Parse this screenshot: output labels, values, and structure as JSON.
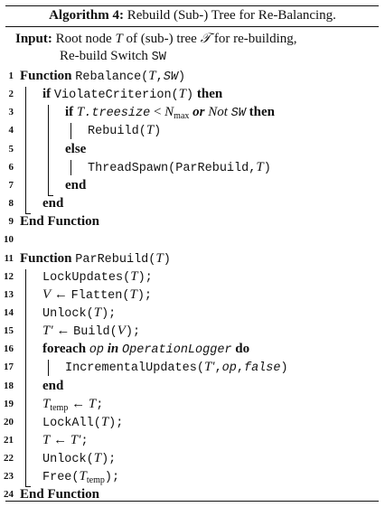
{
  "caption": {
    "label": "Algorithm 4:",
    "title": "Rebuild (Sub-) Tree for Re-Balancing."
  },
  "input": {
    "label": "Input:",
    "part1": "Root node",
    "T": "T",
    "part2": "of (sub-) tree",
    "calT": "𝒯",
    "part3": "for re-building,",
    "line2": "Re-build Switch",
    "sw": "SW"
  },
  "lines": [
    {
      "n": "1",
      "segs": [
        [
          "kw",
          "Function"
        ],
        [
          "sp",
          " "
        ],
        [
          "tt",
          "Rebalance("
        ],
        [
          "m",
          "T"
        ],
        [
          "tt",
          ","
        ],
        [
          "tti",
          "SW"
        ],
        [
          "tt",
          ")"
        ]
      ]
    },
    {
      "n": "2",
      "segs": [
        [
          "kw",
          "if"
        ],
        [
          "sp",
          " "
        ],
        [
          "tt",
          "ViolateCriterion("
        ],
        [
          "m",
          "T"
        ],
        [
          "tt",
          ")"
        ],
        [
          "sp",
          " "
        ],
        [
          "kw",
          "then"
        ]
      ]
    },
    {
      "n": "3",
      "segs": [
        [
          "kw",
          "if"
        ],
        [
          "sp",
          " "
        ],
        [
          "m",
          "T"
        ],
        [
          "tti",
          ".treesize"
        ],
        [
          "sp",
          " < "
        ],
        [
          "m",
          "N"
        ],
        [
          "sub",
          "max"
        ],
        [
          "sp",
          " "
        ],
        [
          "bi",
          "or"
        ],
        [
          "sp",
          " "
        ],
        [
          "m",
          "Not"
        ],
        [
          "sp",
          " "
        ],
        [
          "tti",
          "SW"
        ],
        [
          "sp",
          " "
        ],
        [
          "kw",
          "then"
        ]
      ]
    },
    {
      "n": "4",
      "segs": [
        [
          "tt",
          "Rebuild("
        ],
        [
          "m",
          "T"
        ],
        [
          "tt",
          ")"
        ]
      ]
    },
    {
      "n": "5",
      "segs": [
        [
          "kw",
          "else"
        ]
      ]
    },
    {
      "n": "6",
      "segs": [
        [
          "tt",
          "ThreadSpawn(ParRebuild,"
        ],
        [
          "m",
          "T"
        ],
        [
          "tt",
          ")"
        ]
      ]
    },
    {
      "n": "7",
      "segs": [
        [
          "kw",
          "end"
        ]
      ]
    },
    {
      "n": "8",
      "segs": [
        [
          "kw",
          "end"
        ]
      ]
    },
    {
      "n": "9",
      "segs": [
        [
          "kw",
          "End Function"
        ]
      ]
    },
    {
      "n": "10",
      "segs": []
    },
    {
      "n": "11",
      "segs": [
        [
          "kw",
          "Function"
        ],
        [
          "sp",
          " "
        ],
        [
          "tt",
          "ParRebuild("
        ],
        [
          "m",
          "T"
        ],
        [
          "tt",
          ")"
        ]
      ]
    },
    {
      "n": "12",
      "segs": [
        [
          "tt",
          "LockUpdates("
        ],
        [
          "m",
          "T"
        ],
        [
          "tt",
          ");"
        ]
      ]
    },
    {
      "n": "13",
      "segs": [
        [
          "m",
          "V"
        ],
        [
          "sp",
          " ← "
        ],
        [
          "tt",
          "Flatten("
        ],
        [
          "m",
          "T"
        ],
        [
          "tt",
          ");"
        ]
      ]
    },
    {
      "n": "14",
      "segs": [
        [
          "tt",
          "Unlock("
        ],
        [
          "m",
          "T"
        ],
        [
          "tt",
          ");"
        ]
      ]
    },
    {
      "n": "15",
      "segs": [
        [
          "m",
          "T′"
        ],
        [
          "sp",
          " ← "
        ],
        [
          "tt",
          "Build("
        ],
        [
          "m",
          "V"
        ],
        [
          "tt",
          ");"
        ]
      ]
    },
    {
      "n": "16",
      "segs": [
        [
          "kw",
          "foreach"
        ],
        [
          "sp",
          " "
        ],
        [
          "tti",
          "op"
        ],
        [
          "sp",
          " "
        ],
        [
          "bi",
          "in"
        ],
        [
          "sp",
          " "
        ],
        [
          "tti",
          "OperationLogger"
        ],
        [
          "sp",
          " "
        ],
        [
          "kw",
          "do"
        ]
      ]
    },
    {
      "n": "17",
      "segs": [
        [
          "tt",
          "IncrementalUpdates("
        ],
        [
          "m",
          "T′"
        ],
        [
          "tt",
          ","
        ],
        [
          "tti",
          "op"
        ],
        [
          "tt",
          ","
        ],
        [
          "tti",
          "false"
        ],
        [
          "tt",
          ")"
        ]
      ]
    },
    {
      "n": "18",
      "segs": [
        [
          "kw",
          "end"
        ]
      ]
    },
    {
      "n": "19",
      "segs": [
        [
          "m",
          "T"
        ],
        [
          "sub",
          "temp"
        ],
        [
          "sp",
          " ← "
        ],
        [
          "m",
          "T"
        ],
        [
          "tt",
          ";"
        ]
      ]
    },
    {
      "n": "20",
      "segs": [
        [
          "tt",
          "LockAll("
        ],
        [
          "m",
          "T"
        ],
        [
          "tt",
          ");"
        ]
      ]
    },
    {
      "n": "21",
      "segs": [
        [
          "m",
          "T"
        ],
        [
          "sp",
          " ← "
        ],
        [
          "m",
          "T′"
        ],
        [
          "tt",
          ";"
        ]
      ]
    },
    {
      "n": "22",
      "segs": [
        [
          "tt",
          "Unlock("
        ],
        [
          "m",
          "T"
        ],
        [
          "tt",
          ");"
        ]
      ]
    },
    {
      "n": "23",
      "segs": [
        [
          "tt",
          "Free("
        ],
        [
          "m",
          "T"
        ],
        [
          "sub",
          "temp"
        ],
        [
          "tt",
          ");"
        ]
      ]
    },
    {
      "n": "24",
      "segs": [
        [
          "kw",
          "End Function"
        ]
      ]
    }
  ]
}
